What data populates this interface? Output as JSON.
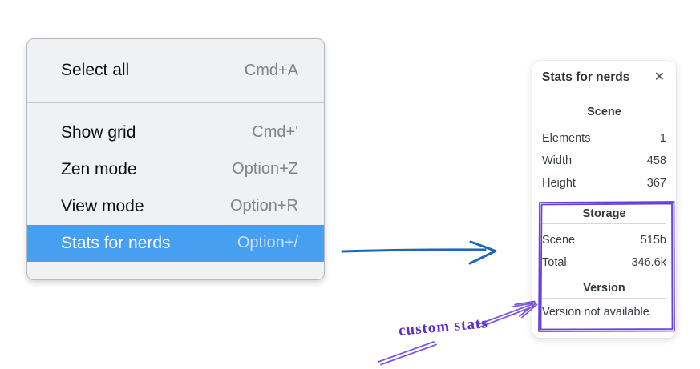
{
  "menu": {
    "sections": [
      {
        "items": [
          {
            "label": "Select all",
            "shortcut": "Cmd+A",
            "selected": false
          }
        ]
      },
      {
        "items": [
          {
            "label": "Show grid",
            "shortcut": "Cmd+'",
            "selected": false
          },
          {
            "label": "Zen mode",
            "shortcut": "Option+Z",
            "selected": false
          },
          {
            "label": "View mode",
            "shortcut": "Option+R",
            "selected": false
          },
          {
            "label": "Stats for nerds",
            "shortcut": "Option+/",
            "selected": true
          }
        ]
      }
    ]
  },
  "stats_panel": {
    "title": "Stats for nerds",
    "close_icon": "✕",
    "sections": [
      {
        "heading": "Scene",
        "rows": [
          [
            "Elements",
            "1"
          ],
          [
            "Width",
            "458"
          ],
          [
            "Height",
            "367"
          ]
        ]
      },
      {
        "heading": "Storage",
        "rows": [
          [
            "Scene",
            "515b"
          ],
          [
            "Total",
            "346.6k"
          ]
        ]
      },
      {
        "heading": "Version",
        "note": "Version not available"
      }
    ]
  },
  "annotation": {
    "label": "custom stats"
  },
  "colors": {
    "menu_highlight": "#469ff0",
    "menu_background": "#f0f1f3",
    "arrow_blue": "#1b68ba",
    "sketch_box_purple": "#6741d9",
    "arrow_purple": "#7a55e0",
    "annotation_text": "#5b2fc4"
  }
}
